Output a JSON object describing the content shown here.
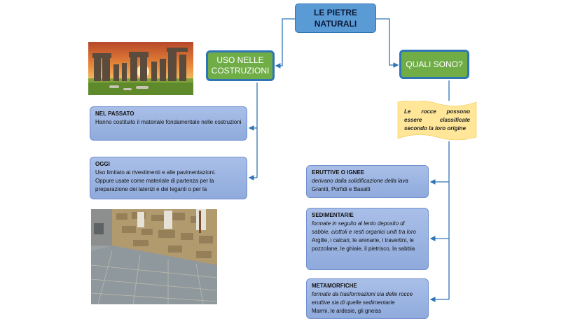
{
  "title": {
    "line1": "LE PIETRE",
    "line2": "NATURALI"
  },
  "uso": {
    "line1": "USO NELLE",
    "line2": "COSTRUZIONI"
  },
  "quali": {
    "label": "QUALI SONO?"
  },
  "passato": {
    "heading": "NEL PASSATO",
    "text": "Hanno costituito il materiale fondamentale nelle costruzioni"
  },
  "oggi": {
    "heading": "OGGI",
    "line1": "Uso limitato ai rivestimenti e alle pavimentazioni.",
    "line2": "Oppure usate come materiale di partenza per la preparazione dei laterizi e dei leganti o per la"
  },
  "note": {
    "text": "Le rocce possono essere classificate secondo la loro origine"
  },
  "eruttive": {
    "heading": "ERUTTIVE O IGNEE",
    "desc": "derivano dalla solidificazione della lava",
    "examples": "Graniti, Porfidi e Basalti"
  },
  "sedimentarie": {
    "heading": "SEDIMENTARIE",
    "desc": "formate in seguito al lento deposito di sabbie, ciottoli e resti organici uniti tra loro",
    "examples": "Argille, i calcari, le arenarie, i travertini, le pozzolane, le ghiaie, il pietrisco, la sabbia"
  },
  "metamorfiche": {
    "heading": "METAMORFICHE",
    "desc": "formate da trasformazioni sia delle rocce eruttive sia di quelle sedimentarie",
    "examples": "Marmi, le ardesie, gli gneiss"
  },
  "colors": {
    "title_fill": "#5b9bd5",
    "green_fill": "#70ad47",
    "connector": "#2e75b6",
    "info_fill": "#8faadc",
    "note_fill": "#ffe699"
  }
}
